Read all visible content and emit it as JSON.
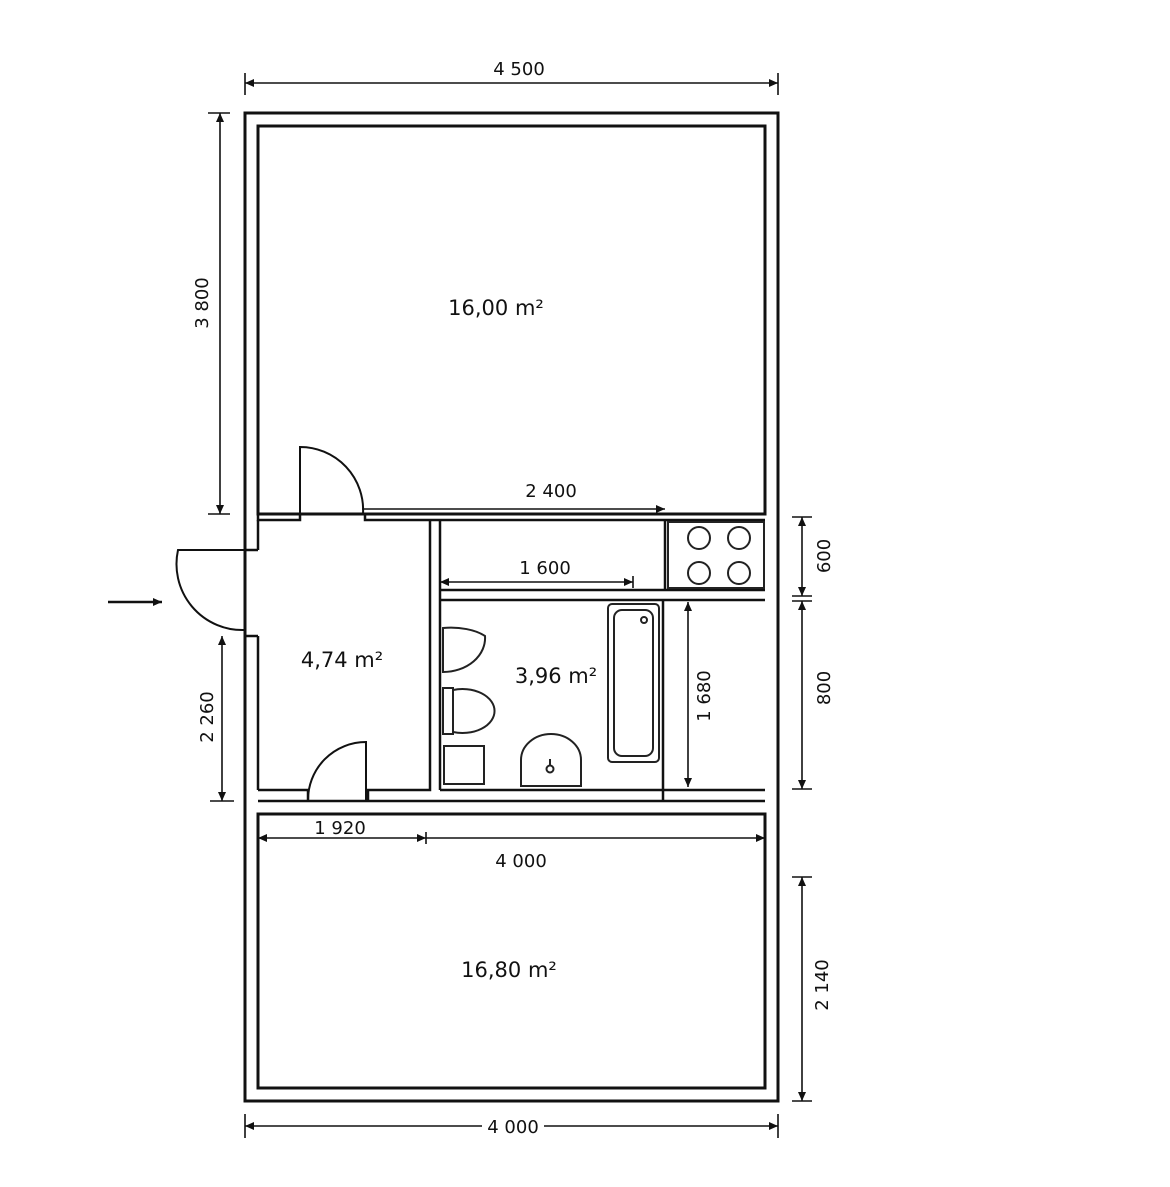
{
  "rooms": {
    "top_room_area": "16,00 m²",
    "hall_area": "4,74 m²",
    "bath_area": "3,96 m²",
    "bottom_room_area": "16,80 m²"
  },
  "dimensions": {
    "top_width": "4 500",
    "top_room_height": "3 800",
    "kitchen_wall": "2 400",
    "counter": "1 600",
    "stove_depth": "600",
    "closet_depth": "800",
    "bath_height": "1 680",
    "hall_height": "2 260",
    "hall_width": "1 920",
    "bottom_room_width": "4 000",
    "bottom_room_height": "2 140",
    "bottom_width": "4 000"
  }
}
